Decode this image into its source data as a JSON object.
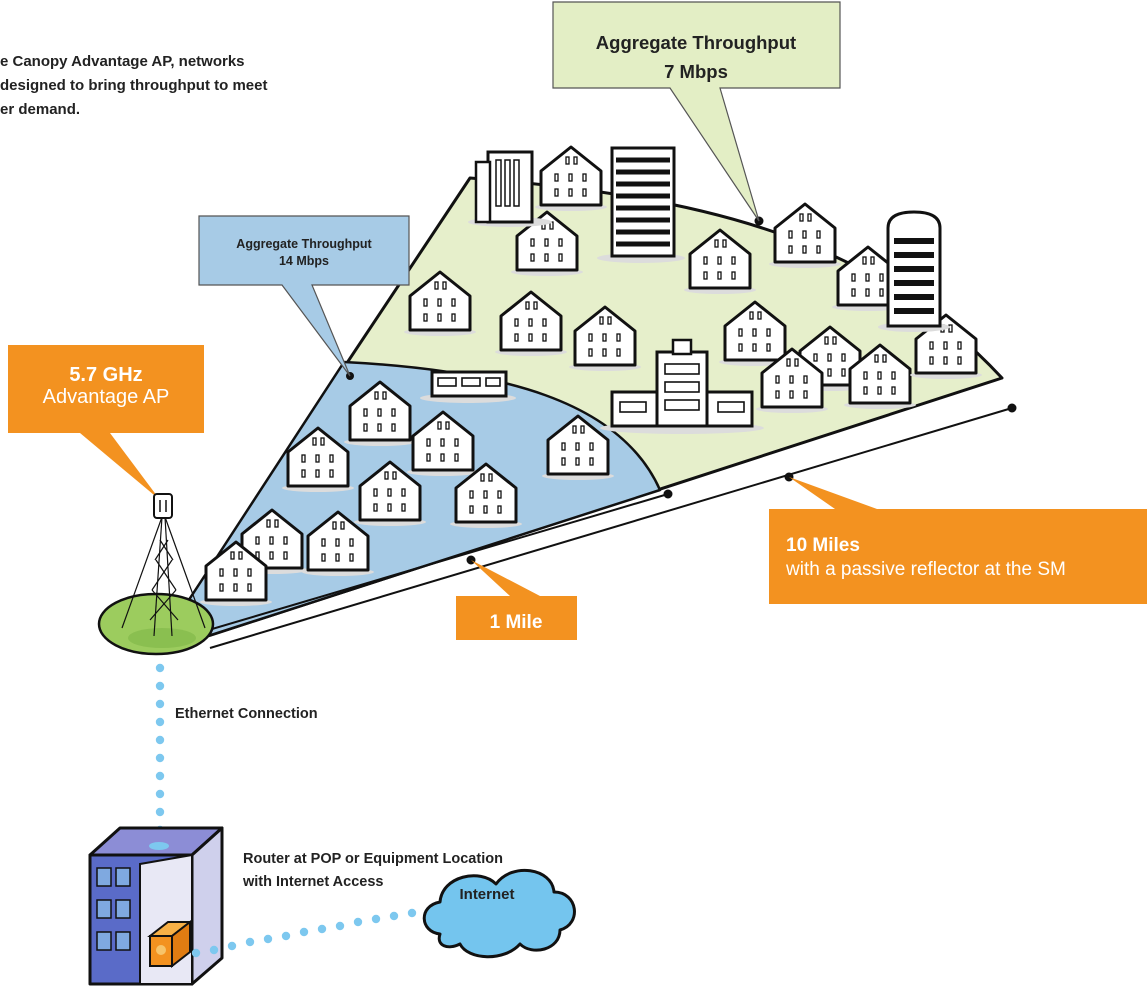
{
  "intro": {
    "line1": "e Canopy Advantage AP, networks",
    "line2": "designed to bring throughput to meet",
    "line3": "er demand."
  },
  "aggregate_far": {
    "line1": "Aggregate Throughput",
    "line2": "7 Mbps"
  },
  "aggregate_near": {
    "line1": "Aggregate Throughput",
    "line2": "14 Mbps"
  },
  "access_point": {
    "frequency": "5.7 GHz",
    "name": "Advantage AP"
  },
  "range_far": {
    "distance": "10 Miles",
    "note": "with a passive reflector at the SM"
  },
  "range_near": {
    "distance": "1 Mile"
  },
  "ethernet": {
    "label": "Ethernet Connection"
  },
  "router": {
    "line1": "Router at POP or Equipment Location",
    "line2": "with Internet Access"
  },
  "internet": {
    "label": "Internet"
  },
  "colors": {
    "far_zone": "#e6efcb",
    "near_zone": "#a7cbe6",
    "callout_green": "#e3eec5",
    "callout_blue": "#a7cbe6",
    "callout_orange": "#f39220",
    "base_green": "#9ccc5e",
    "dotted_link": "#7dc8ef"
  }
}
